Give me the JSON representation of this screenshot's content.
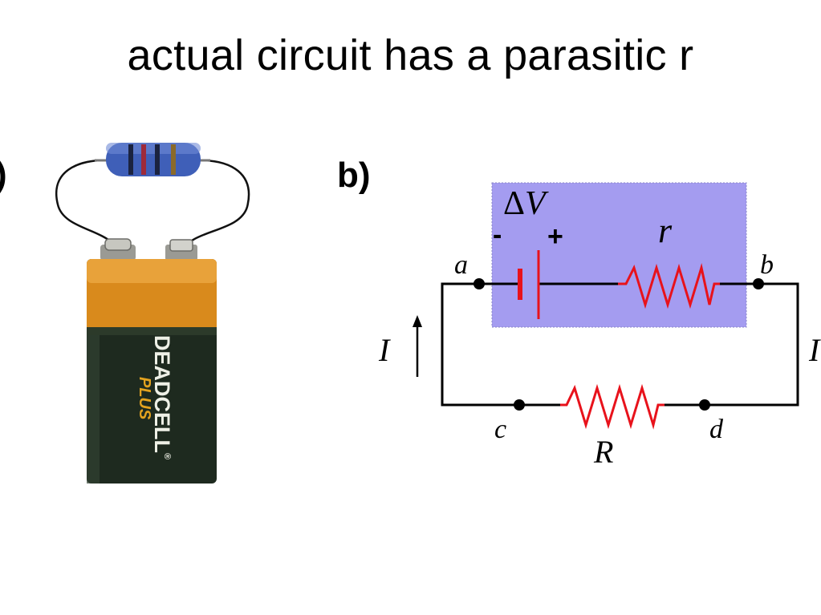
{
  "slide": {
    "title": "actual circuit has a parasitic r"
  },
  "panel_a": {
    "label": ")",
    "battery_brand": "DEADCELL",
    "battery_brand_mark": "®",
    "battery_sub": "PLUS"
  },
  "panel_b": {
    "label": "b)",
    "delta_symbol": "Δ",
    "voltage_symbol": "V",
    "minus_sign": "-",
    "plus_sign": "+",
    "internal_resistance": "r",
    "load_resistance": "R",
    "node_a": "a",
    "node_b": "b",
    "node_c": "c",
    "node_d": "d",
    "current_left": "I",
    "current_right": "I"
  },
  "colors": {
    "box_fill": "#a49cf0",
    "resistor": "#e8121b",
    "battery_plate": "#e8121b",
    "wire": "#000000"
  }
}
